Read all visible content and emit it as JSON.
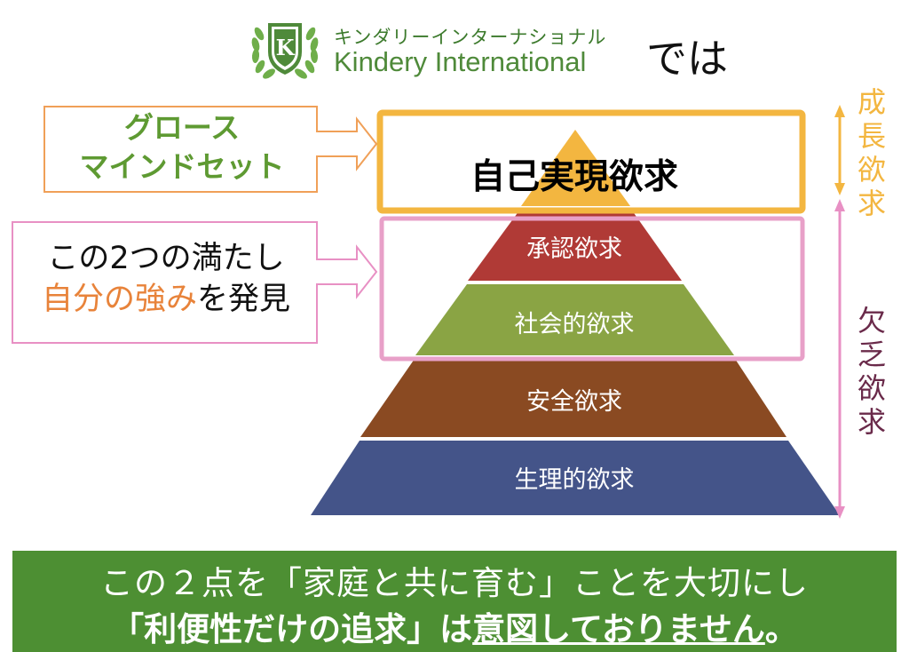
{
  "header": {
    "brand_jp": "キンダリーインターナショナル",
    "brand_en": "Kindery International",
    "brand_suffix": "では",
    "logo_letter": "K"
  },
  "callouts": {
    "growth_mindset": [
      "グロース",
      "マインドセット"
    ],
    "dual": {
      "line1": "この2つの満たし",
      "line2_accent": "自分の強み",
      "line2_rest": "を発見"
    }
  },
  "pyramid": {
    "top": "自己実現欲求",
    "tiers": [
      {
        "label": "承認欲求",
        "color": "#b03a36"
      },
      {
        "label": "社会的欲求",
        "color": "#8aa444"
      },
      {
        "label": "安全欲求",
        "color": "#8a4a22"
      },
      {
        "label": "生理的欲求",
        "color": "#445489"
      }
    ],
    "top_color": "#f3b640"
  },
  "side_labels": {
    "growth": "成長欲求",
    "deficiency": "欠乏欲求"
  },
  "banner": {
    "line1": "この２点を「家庭と共に育む」ことを大切にし",
    "line2_a": "「利便性だけの追求」は",
    "line2_b": "意図しておりません",
    "line2_c": "。"
  },
  "colors": {
    "growth_box": "#f3b640",
    "deficiency_box": "#e8a0c8",
    "orange_callout": "#f0a058",
    "pink_callout": "#e890c4",
    "growth_text": "#5e9a32",
    "accent_orange": "#e8833a",
    "growth_label": "#f3b640",
    "deficiency_label": "#6a2a4a",
    "banner_bg": "#4d8f33"
  }
}
